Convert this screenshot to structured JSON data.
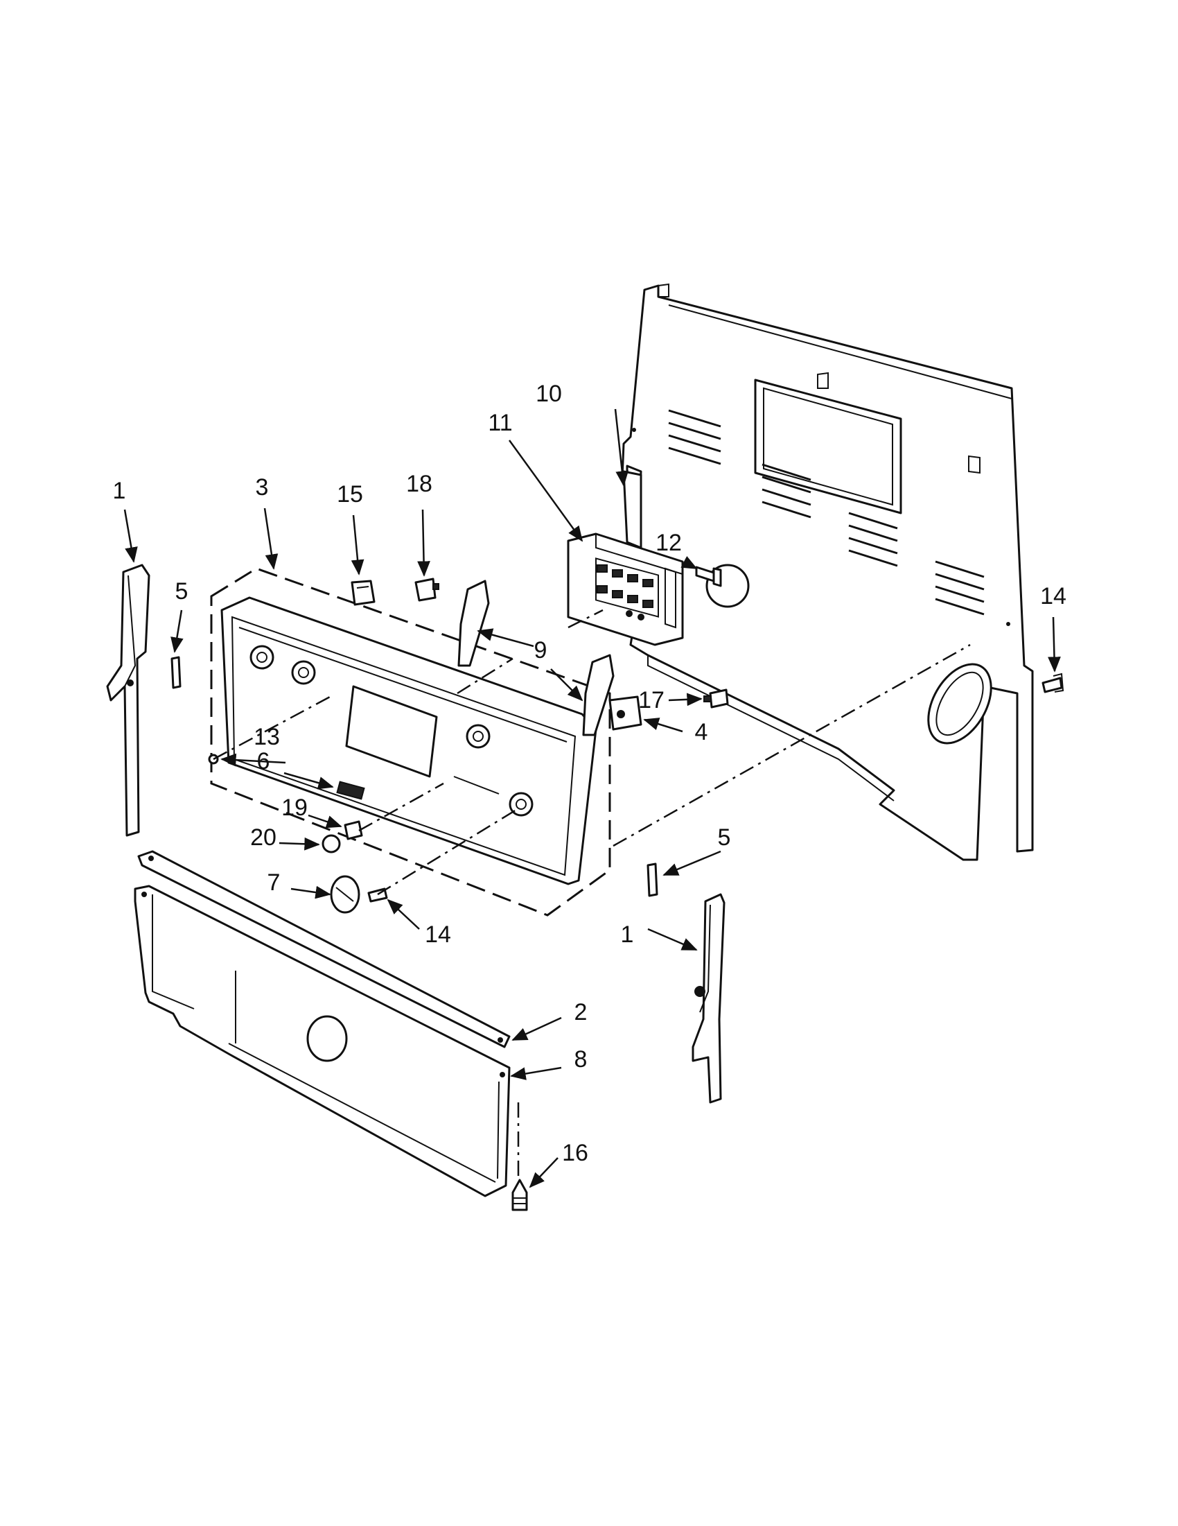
{
  "diagram": {
    "callouts": [
      {
        "id": "c1a",
        "label": "1"
      },
      {
        "id": "c1b",
        "label": "1"
      },
      {
        "id": "c2",
        "label": "2"
      },
      {
        "id": "c3",
        "label": "3"
      },
      {
        "id": "c4",
        "label": "4"
      },
      {
        "id": "c5a",
        "label": "5"
      },
      {
        "id": "c5b",
        "label": "5"
      },
      {
        "id": "c6",
        "label": "6"
      },
      {
        "id": "c7",
        "label": "7"
      },
      {
        "id": "c8",
        "label": "8"
      },
      {
        "id": "c9",
        "label": "9"
      },
      {
        "id": "c10",
        "label": "10"
      },
      {
        "id": "c11",
        "label": "11"
      },
      {
        "id": "c12",
        "label": "12"
      },
      {
        "id": "c13",
        "label": "13"
      },
      {
        "id": "c14a",
        "label": "14"
      },
      {
        "id": "c14b",
        "label": "14"
      },
      {
        "id": "c15",
        "label": "15"
      },
      {
        "id": "c16",
        "label": "16"
      },
      {
        "id": "c17",
        "label": "17"
      },
      {
        "id": "c18",
        "label": "18"
      },
      {
        "id": "c19",
        "label": "19"
      },
      {
        "id": "c20",
        "label": "20"
      }
    ]
  }
}
